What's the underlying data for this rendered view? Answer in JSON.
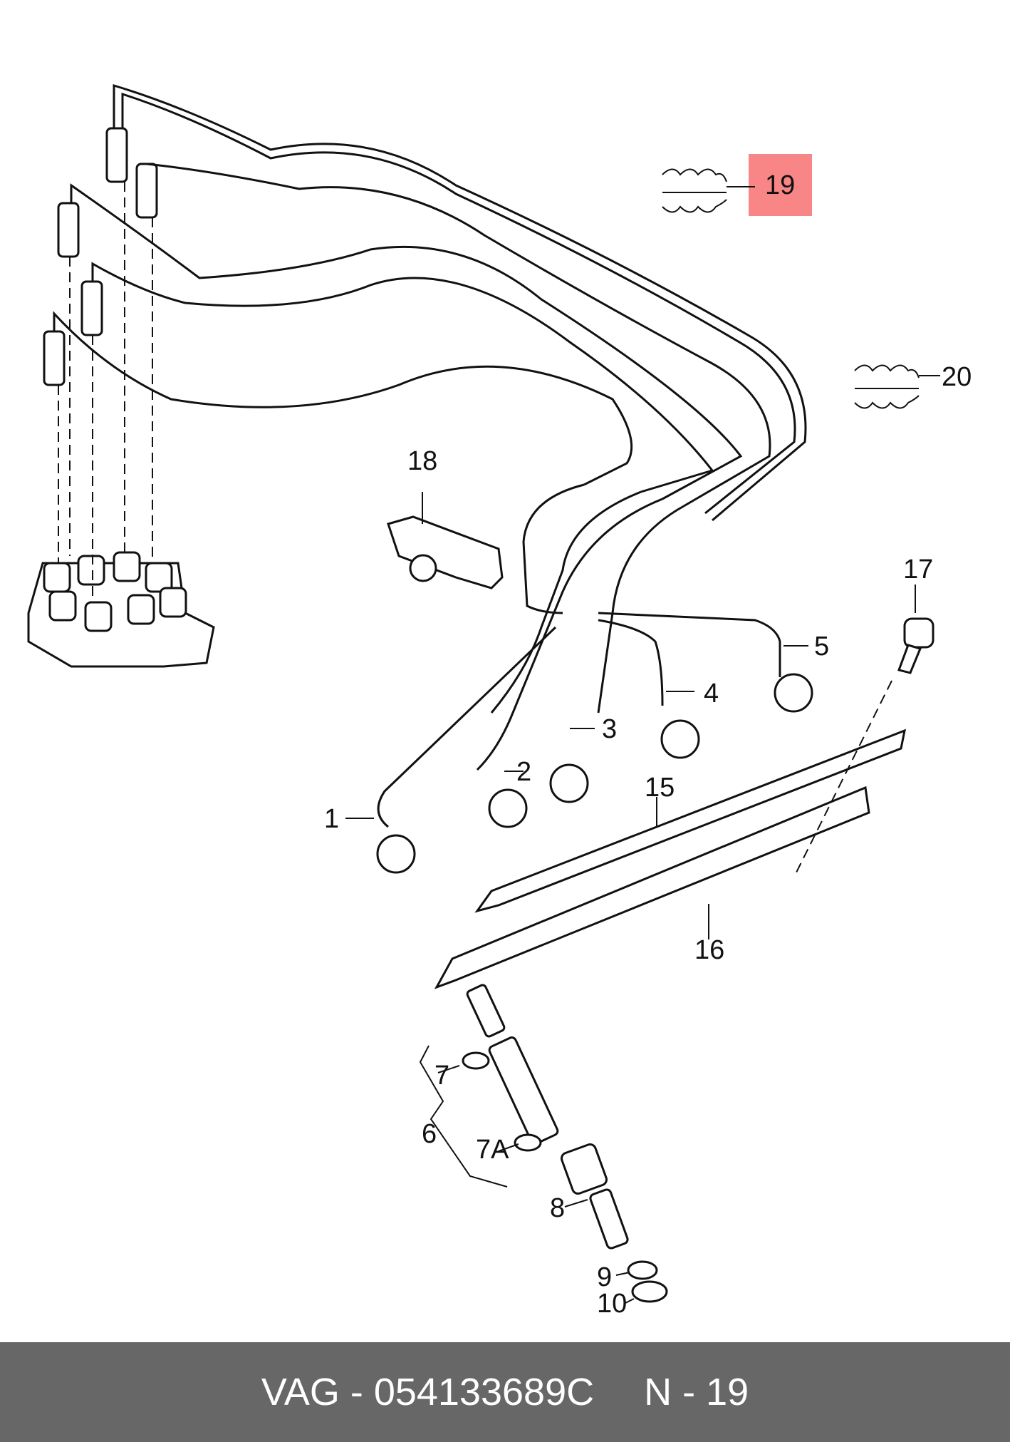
{
  "diagram": {
    "callouts": [
      {
        "id": "1",
        "label": "1"
      },
      {
        "id": "2",
        "label": "2"
      },
      {
        "id": "3",
        "label": "3"
      },
      {
        "id": "4",
        "label": "4"
      },
      {
        "id": "5",
        "label": "5"
      },
      {
        "id": "6",
        "label": "6"
      },
      {
        "id": "7",
        "label": "7"
      },
      {
        "id": "7A",
        "label": "7A"
      },
      {
        "id": "8",
        "label": "8"
      },
      {
        "id": "9",
        "label": "9"
      },
      {
        "id": "10",
        "label": "10"
      },
      {
        "id": "15",
        "label": "15"
      },
      {
        "id": "16",
        "label": "16"
      },
      {
        "id": "17",
        "label": "17"
      },
      {
        "id": "18",
        "label": "18"
      },
      {
        "id": "19",
        "label": "19"
      },
      {
        "id": "20",
        "label": "20"
      }
    ],
    "highlighted_callout": "19",
    "highlight_color": "#f88686"
  },
  "footer": {
    "part_label": "VAG - 054133689C",
    "ref_label": "N - 19",
    "background": "#676767"
  }
}
